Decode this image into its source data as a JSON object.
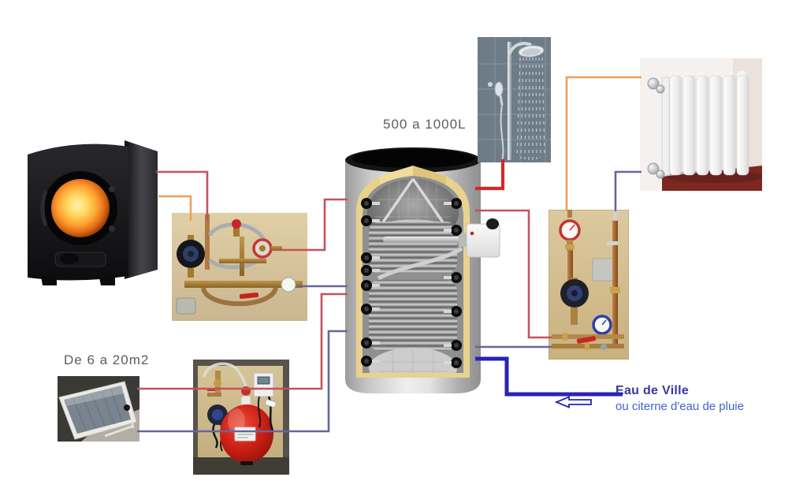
{
  "labels": {
    "tank_capacity": "500 a 1000L",
    "solar_area": "De 6 a 20m2",
    "city_water": "Eau de Ville",
    "rain_water": "ou citerne d'eau de pluie"
  },
  "colors": {
    "hot_line": "#c4525b",
    "hot_bold": "#d22b26",
    "warm_line": "#eda05c",
    "return_line": "#666699",
    "city_line": "#2a23b2",
    "label_gray": "#5c5c5c",
    "label_indigo": "#3a36a0",
    "label_blue": "#3f63cc",
    "canvas_bg": "#ffffff"
  }
}
